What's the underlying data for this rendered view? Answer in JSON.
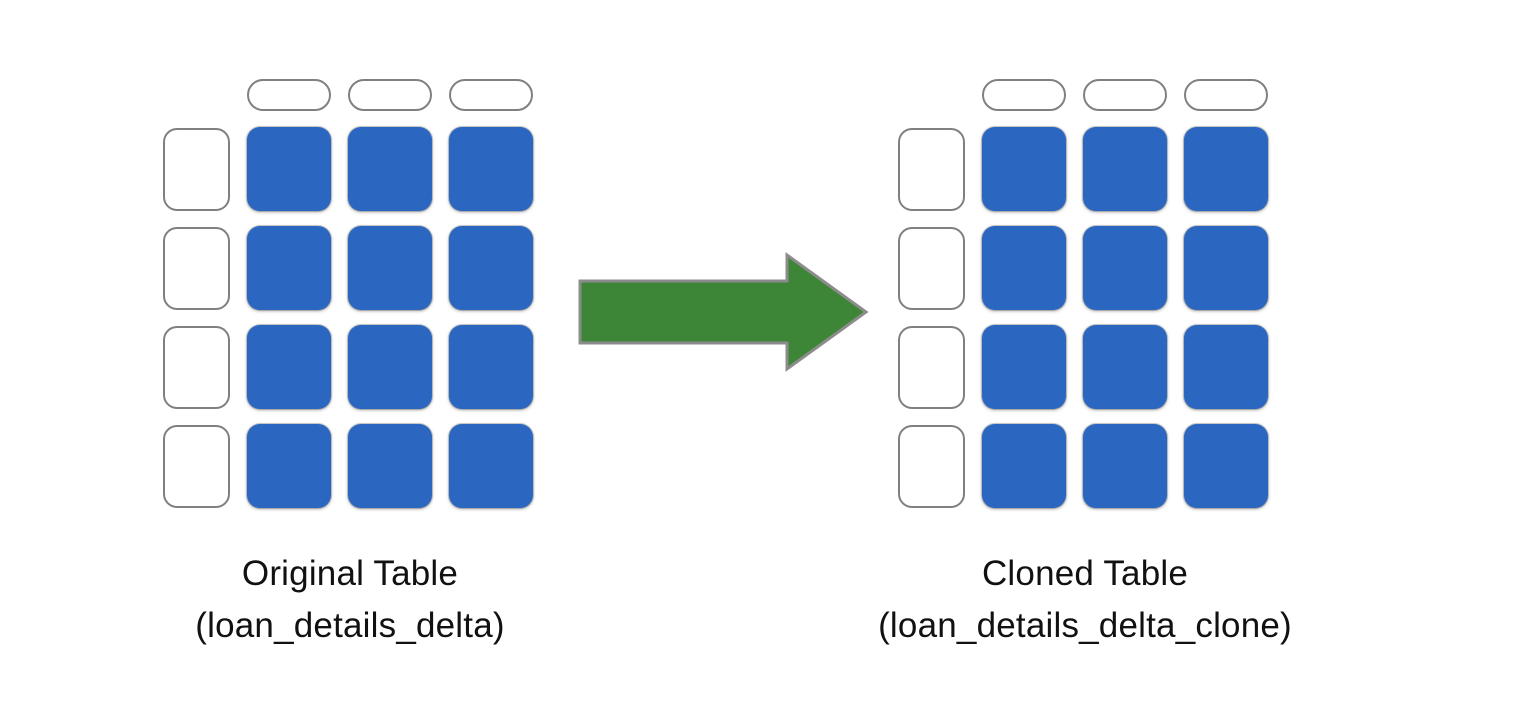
{
  "diagram": {
    "title": "Delta table cloning diagram",
    "background_color": "#ffffff",
    "cell_color": "#2B66C0",
    "cell_border_color": "#808080",
    "arrow_color": "#3D8537",
    "arrow_outline_color": "#8C8C8C",
    "text_color": "#111111"
  },
  "source_table": {
    "caption_line1": "Original Table",
    "caption_line2": "(loan_details_delta)",
    "columns": 3,
    "rows": 4,
    "column_headers": [
      "",
      "",
      ""
    ],
    "row_headers": [
      "",
      "",
      "",
      ""
    ],
    "cells": [
      [
        "",
        "",
        ""
      ],
      [
        "",
        "",
        ""
      ],
      [
        "",
        "",
        ""
      ],
      [
        "",
        "",
        ""
      ]
    ]
  },
  "arrow": {
    "icon": "right-block-arrow-icon",
    "direction": "right",
    "label": ""
  },
  "target_table": {
    "caption_line1": "Cloned Table",
    "caption_line2": "(loan_details_delta_clone)",
    "columns": 3,
    "rows": 4,
    "column_headers": [
      "",
      "",
      ""
    ],
    "row_headers": [
      "",
      "",
      "",
      ""
    ],
    "cells": [
      [
        "",
        "",
        ""
      ],
      [
        "",
        "",
        ""
      ],
      [
        "",
        "",
        ""
      ],
      [
        "",
        "",
        ""
      ]
    ]
  }
}
